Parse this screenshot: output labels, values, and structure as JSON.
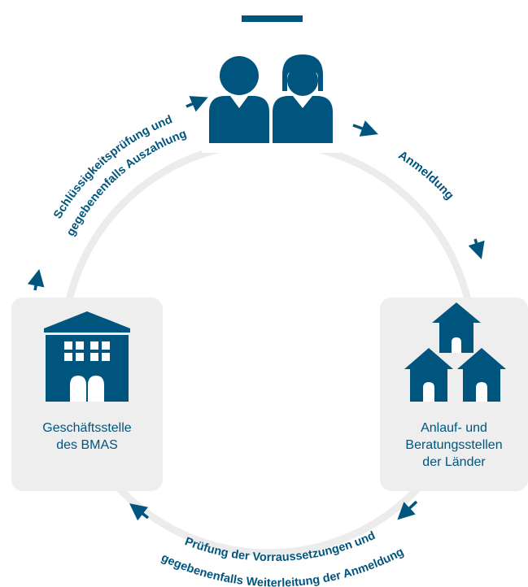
{
  "colors": {
    "primary": "#00557f",
    "box_background": "#eeeeee",
    "ring": "#ececec"
  },
  "nodes": {
    "persons": {
      "icon": "two-persons-icon"
    },
    "bmas": {
      "icon": "office-building-icon",
      "label_line1": "Geschäftsstelle",
      "label_line2": "des BMAS"
    },
    "laender": {
      "icon": "houses-icon",
      "label_line1": "Anlauf- und",
      "label_line2": "Beratungsstellen",
      "label_line3": "der Länder"
    }
  },
  "steps": {
    "anmeldung": "Anmeldung",
    "pruefung_line1": "Prüfung der Vorraussetzungen und",
    "pruefung_line2": "gegebenenfalls Weiterleitung der Anmeldung",
    "schluessigkeit_line1": "Schlüssigkeitsprüfung und",
    "schluessigkeit_line2": "gegebenenfalls Auszahlung"
  }
}
